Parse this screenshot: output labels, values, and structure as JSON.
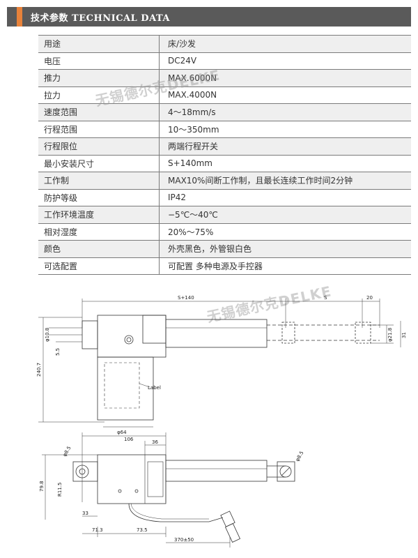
{
  "header": {
    "title": "技术参数 TECHNICAL DATA"
  },
  "specs": [
    {
      "label": "用途",
      "value": "床/沙发"
    },
    {
      "label": "电压",
      "value": "DC24V"
    },
    {
      "label": "推力",
      "value": "MAX.6000N"
    },
    {
      "label": "拉力",
      "value": "MAX.4000N"
    },
    {
      "label": "速度范围",
      "value": "4～18mm/s"
    },
    {
      "label": "行程范围",
      "value": "10～350mm"
    },
    {
      "label": "行程限位",
      "value": "两端行程开关"
    },
    {
      "label": "最小安装尺寸",
      "value": "S+140mm"
    },
    {
      "label": "工作制",
      "value": "MAX10%间断工作制，且最长连续工作时间2分钟"
    },
    {
      "label": "防护等级",
      "value": "IP42"
    },
    {
      "label": "工作环境温度",
      "value": "−5℃～40℃"
    },
    {
      "label": "相对湿度",
      "value": "20%～75%"
    },
    {
      "label": "颜色",
      "value": "外壳黑色，外管银白色"
    },
    {
      "label": "可选配置",
      "value": "可配置        多种电源及手控器"
    }
  ],
  "watermark": "无锡德尔克DELKE",
  "drawing": {
    "dim_s140": "S+140",
    "dim_s": "S",
    "dim_20": "20",
    "dim_dia10": "φ10.8",
    "dim_55": "5.5",
    "dim_dia21": "φ21.8",
    "dim_31": "31",
    "dim_height": "240.7",
    "label_text": "Label",
    "dim_dia64": "φ64",
    "dim_106": "106",
    "dim_36": "36",
    "dim_dia8_left": "φ8.5",
    "dim_dia8_right": "φ8.5",
    "dim_r11": "R11.5",
    "dim_79": "79.8",
    "dim_33": "33",
    "dim_71_3": "71.3",
    "dim_73_5": "73.5",
    "dim_cable": "370±50"
  }
}
